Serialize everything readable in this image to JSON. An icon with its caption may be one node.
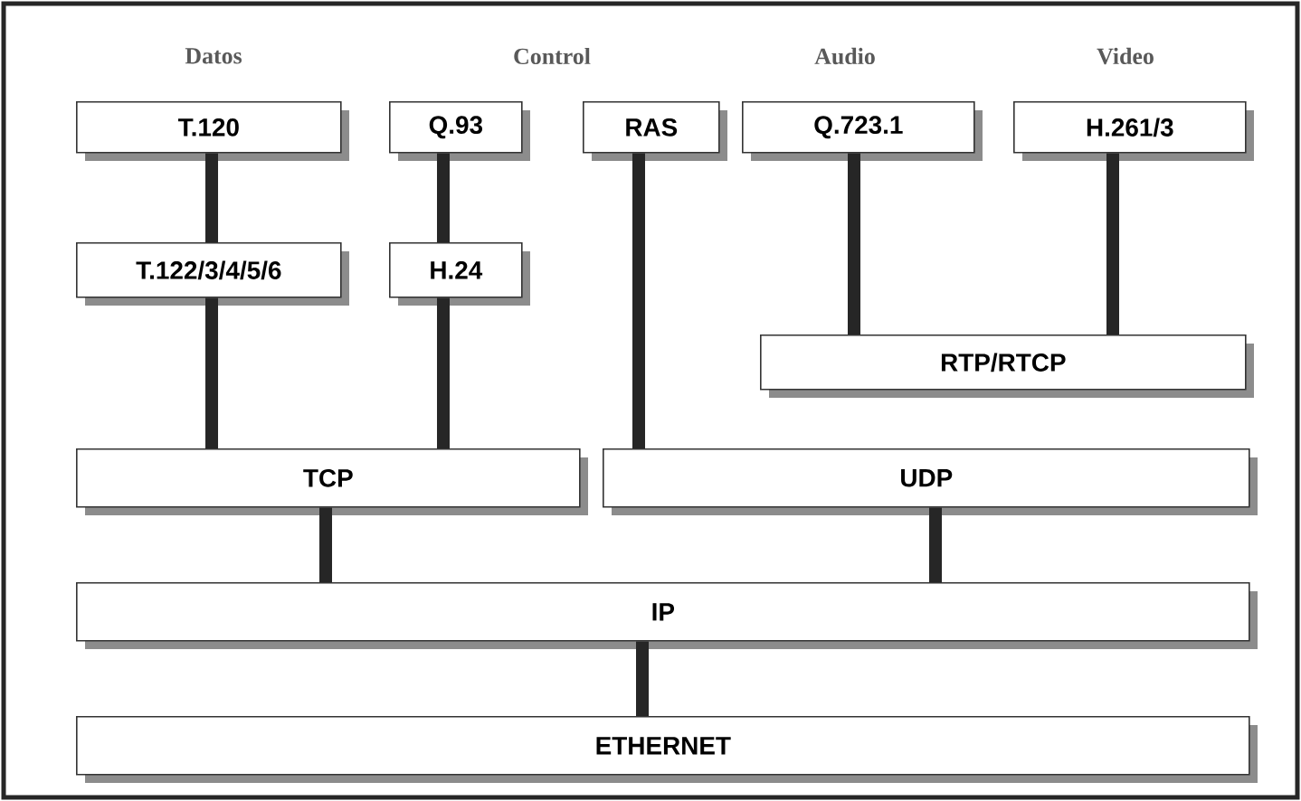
{
  "diagram": {
    "nodes": [
      {
        "text": [
          "T.120"
        ]
      },
      {
        "text": [
          "Q.93"
        ]
      },
      {
        "text": [
          "RAS"
        ]
      },
      {
        "text": [
          "Q.723.1"
        ]
      },
      {
        "text": [
          "H.261/3"
        ]
      },
      {
        "text": [
          "T.122/3/4/5/6"
        ]
      },
      {
        "text": [
          "H.24"
        ]
      },
      {
        "text": [
          "RTP/RTCP"
        ]
      },
      {
        "text": [
          "TCP"
        ]
      },
      {
        "text": [
          "UDP"
        ]
      },
      {
        "text": [
          "IP"
        ]
      },
      {
        "text": [
          "ETHERNET"
        ]
      }
    ],
    "edges": [
      {
        "from": 0,
        "to": 5,
        "arrow": "none"
      },
      {
        "from": 5,
        "to": 8,
        "arrow": "none"
      },
      {
        "from": 1,
        "to": 6,
        "arrow": "none"
      },
      {
        "from": 6,
        "to": 8,
        "arrow": "none"
      },
      {
        "from": 2,
        "to": 9,
        "arrow": "none"
      },
      {
        "from": 3,
        "to": 7,
        "arrow": "none"
      },
      {
        "from": 4,
        "to": 7,
        "arrow": "none"
      },
      {
        "from": 8,
        "to": 10,
        "arrow": "none"
      },
      {
        "from": 9,
        "to": 10,
        "arrow": "none"
      },
      {
        "from": 10,
        "to": 11,
        "arrow": "none"
      }
    ],
    "labels": [
      "Datos",
      "Control",
      "Audio",
      "Video"
    ]
  }
}
